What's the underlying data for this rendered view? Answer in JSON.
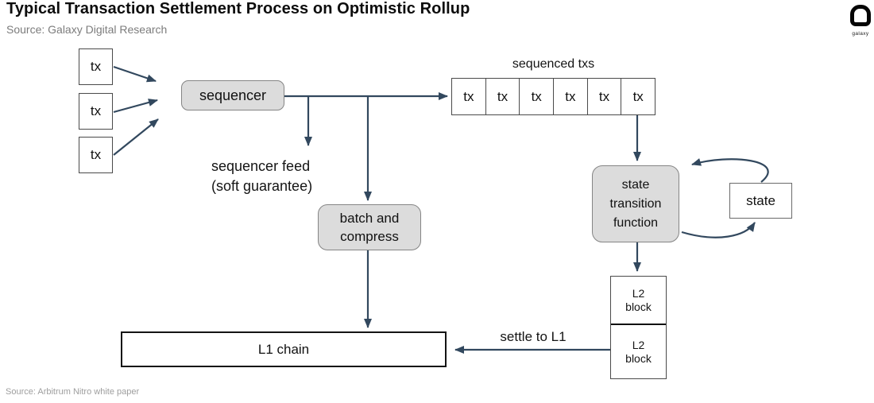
{
  "header": {
    "title": "Typical Transaction Settlement Process on Optimistic Rollup",
    "source": "Source: Galaxy Digital Research"
  },
  "brand": {
    "name": "galaxy"
  },
  "footer": {
    "source": "Source: Arbitrum Nitro white paper"
  },
  "colors": {
    "arrow": "#32485e",
    "node_fill_gray": "#dcdcdc",
    "node_border_gray": "#858585",
    "box_border_dark": "#4a4a4a"
  },
  "nodes": {
    "tx_inputs": [
      "tx",
      "tx",
      "tx"
    ],
    "sequencer": "sequencer",
    "sequenced_title": "sequenced txs",
    "sequenced_cells": [
      "tx",
      "tx",
      "tx",
      "tx",
      "tx",
      "tx"
    ],
    "feed_line1": "sequencer feed",
    "feed_line2": "(soft guarantee)",
    "batch_line1": "batch and",
    "batch_line2": "compress",
    "stf_line1": "state",
    "stf_line2": "transition",
    "stf_line3": "function",
    "state": "state",
    "l2_top_line1": "L2",
    "l2_top_line2": "block",
    "l2_bottom_line1": "L2",
    "l2_bottom_line2": "block",
    "settle": "settle to L1",
    "l1": "L1 chain"
  }
}
